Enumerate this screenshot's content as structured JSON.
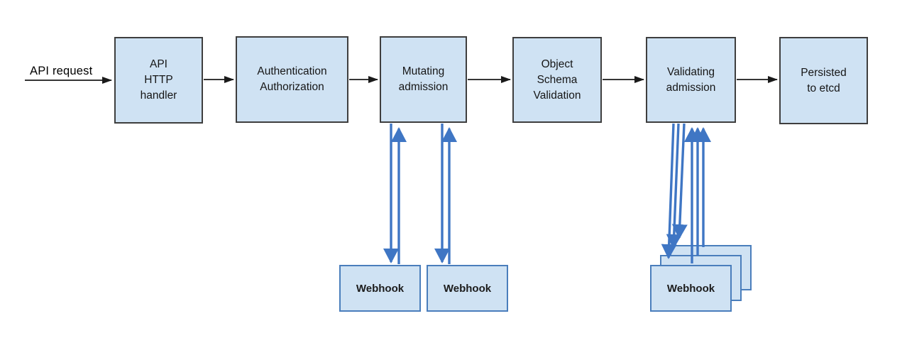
{
  "diagram": {
    "request_label": "API request",
    "flow_boxes": [
      {
        "id": "api-http-handler",
        "lines": [
          "API",
          "HTTP",
          "handler"
        ]
      },
      {
        "id": "authentication-authorization",
        "lines": [
          "Authentication",
          "Authorization"
        ]
      },
      {
        "id": "mutating-admission",
        "lines": [
          "Mutating",
          "admission"
        ]
      },
      {
        "id": "object-schema-validation",
        "lines": [
          "Object",
          "Schema",
          "Validation"
        ]
      },
      {
        "id": "validating-admission",
        "lines": [
          "Validating",
          "admission"
        ]
      },
      {
        "id": "persisted-to-etcd",
        "lines": [
          "Persisted",
          "to etcd"
        ]
      }
    ],
    "webhooks": {
      "mutating": [
        {
          "label": "Webhook"
        },
        {
          "label": "Webhook"
        }
      ],
      "validating_stack": {
        "label": "Webhook",
        "stack_count": 3
      }
    },
    "edges": [
      {
        "from": "api-request",
        "to": "api-http-handler",
        "style": "black-forward"
      },
      {
        "from": "api-http-handler",
        "to": "authentication-authorization",
        "style": "black-forward"
      },
      {
        "from": "authentication-authorization",
        "to": "mutating-admission",
        "style": "black-forward"
      },
      {
        "from": "mutating-admission",
        "to": "object-schema-validation",
        "style": "black-forward"
      },
      {
        "from": "object-schema-validation",
        "to": "validating-admission",
        "style": "black-forward"
      },
      {
        "from": "validating-admission",
        "to": "persisted-to-etcd",
        "style": "black-forward"
      },
      {
        "from": "mutating-admission",
        "to": "webhook-1",
        "style": "blue-roundtrip"
      },
      {
        "from": "mutating-admission",
        "to": "webhook-2",
        "style": "blue-roundtrip"
      },
      {
        "from": "validating-admission",
        "to": "webhook-stack",
        "style": "blue-roundtrip-x3"
      }
    ],
    "colors": {
      "box_fill": "#cfe2f3",
      "box_border": "#3e3e3e",
      "webhook_border": "#4a7ebc",
      "arrow_black": "#1a1a1a",
      "arrow_blue": "#3f76c4"
    }
  }
}
